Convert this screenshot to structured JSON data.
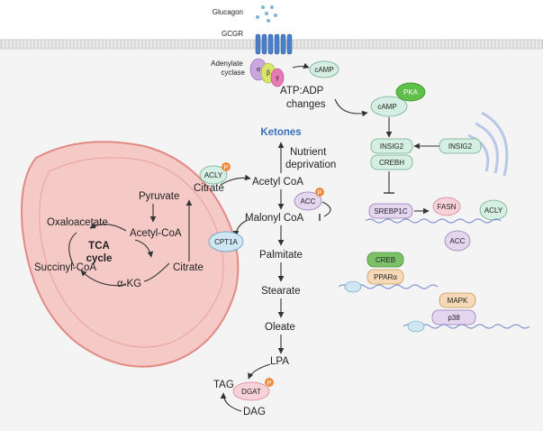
{
  "top": {
    "glucagon": "Glucagon",
    "gcgr": "GCGR",
    "adenylate_cyclase": "Adenylate\ncyclase",
    "alpha": "α",
    "beta": "β",
    "gamma": "γ"
  },
  "signaling": {
    "camp": "cAMP",
    "atp_adp": "ATP:ADP",
    "changes": "changes",
    "pka": "PKA",
    "camp_pka": "cAMP",
    "insig2_left": "INSIG2",
    "insig2_right": "INSIG2",
    "crebh": "CREBH",
    "srebp1c": "SREBP1C",
    "fasn": "FASN",
    "acly": "ACLY",
    "acc": "ACC",
    "creb": "CREB",
    "ppara": "PPARα",
    "mapk": "MAPK",
    "p38": "p38"
  },
  "pathway": {
    "ketones": "Ketones",
    "nutrient": "Nutrient",
    "deprivation": "deprivation",
    "acetyl_coa": "Acetyl CoA",
    "acc": "ACC",
    "malonyl_coa": "Malonyl CoA",
    "palmitate": "Palmitate",
    "stearate": "Stearate",
    "oleate": "Oleate",
    "lpa": "LPA",
    "tag": "TAG",
    "dgat": "DGAT",
    "dag": "DAG",
    "citrate_out": "Citrate",
    "acly": "ACLY",
    "cpt1a": "CPT1A",
    "p_label": "P"
  },
  "mito": {
    "pyruvate": "Pyruvate",
    "acetyl_coa": "Acetyl-CoA",
    "oxaloacetate": "Oxaloacetate",
    "tca": "TCA",
    "cycle": "cycle",
    "citrate": "Citrate",
    "succinyl_coa": "Succinyl-CoA",
    "akg": "α-KG"
  },
  "colors": {
    "membrane": "#cfcfcf",
    "mito_fill": "#f4c9c6",
    "mito_stroke": "#e28a84",
    "green_box": "#d6efe4",
    "green_stroke": "#6fae90",
    "purple_box": "#e4d6ef",
    "purple_stroke": "#9a7bb5",
    "pink_box": "#f7d2d8",
    "pink_stroke": "#d9829a",
    "blue_box": "#cfe6f3",
    "blue_stroke": "#5a9cc4",
    "pka_green": "#5fbf4b",
    "p_orange": "#f08a3c",
    "orange_box": "#f5d9b8",
    "receptor_blue": "#4a7fc9",
    "ketone_blue": "#3a6fbf"
  }
}
